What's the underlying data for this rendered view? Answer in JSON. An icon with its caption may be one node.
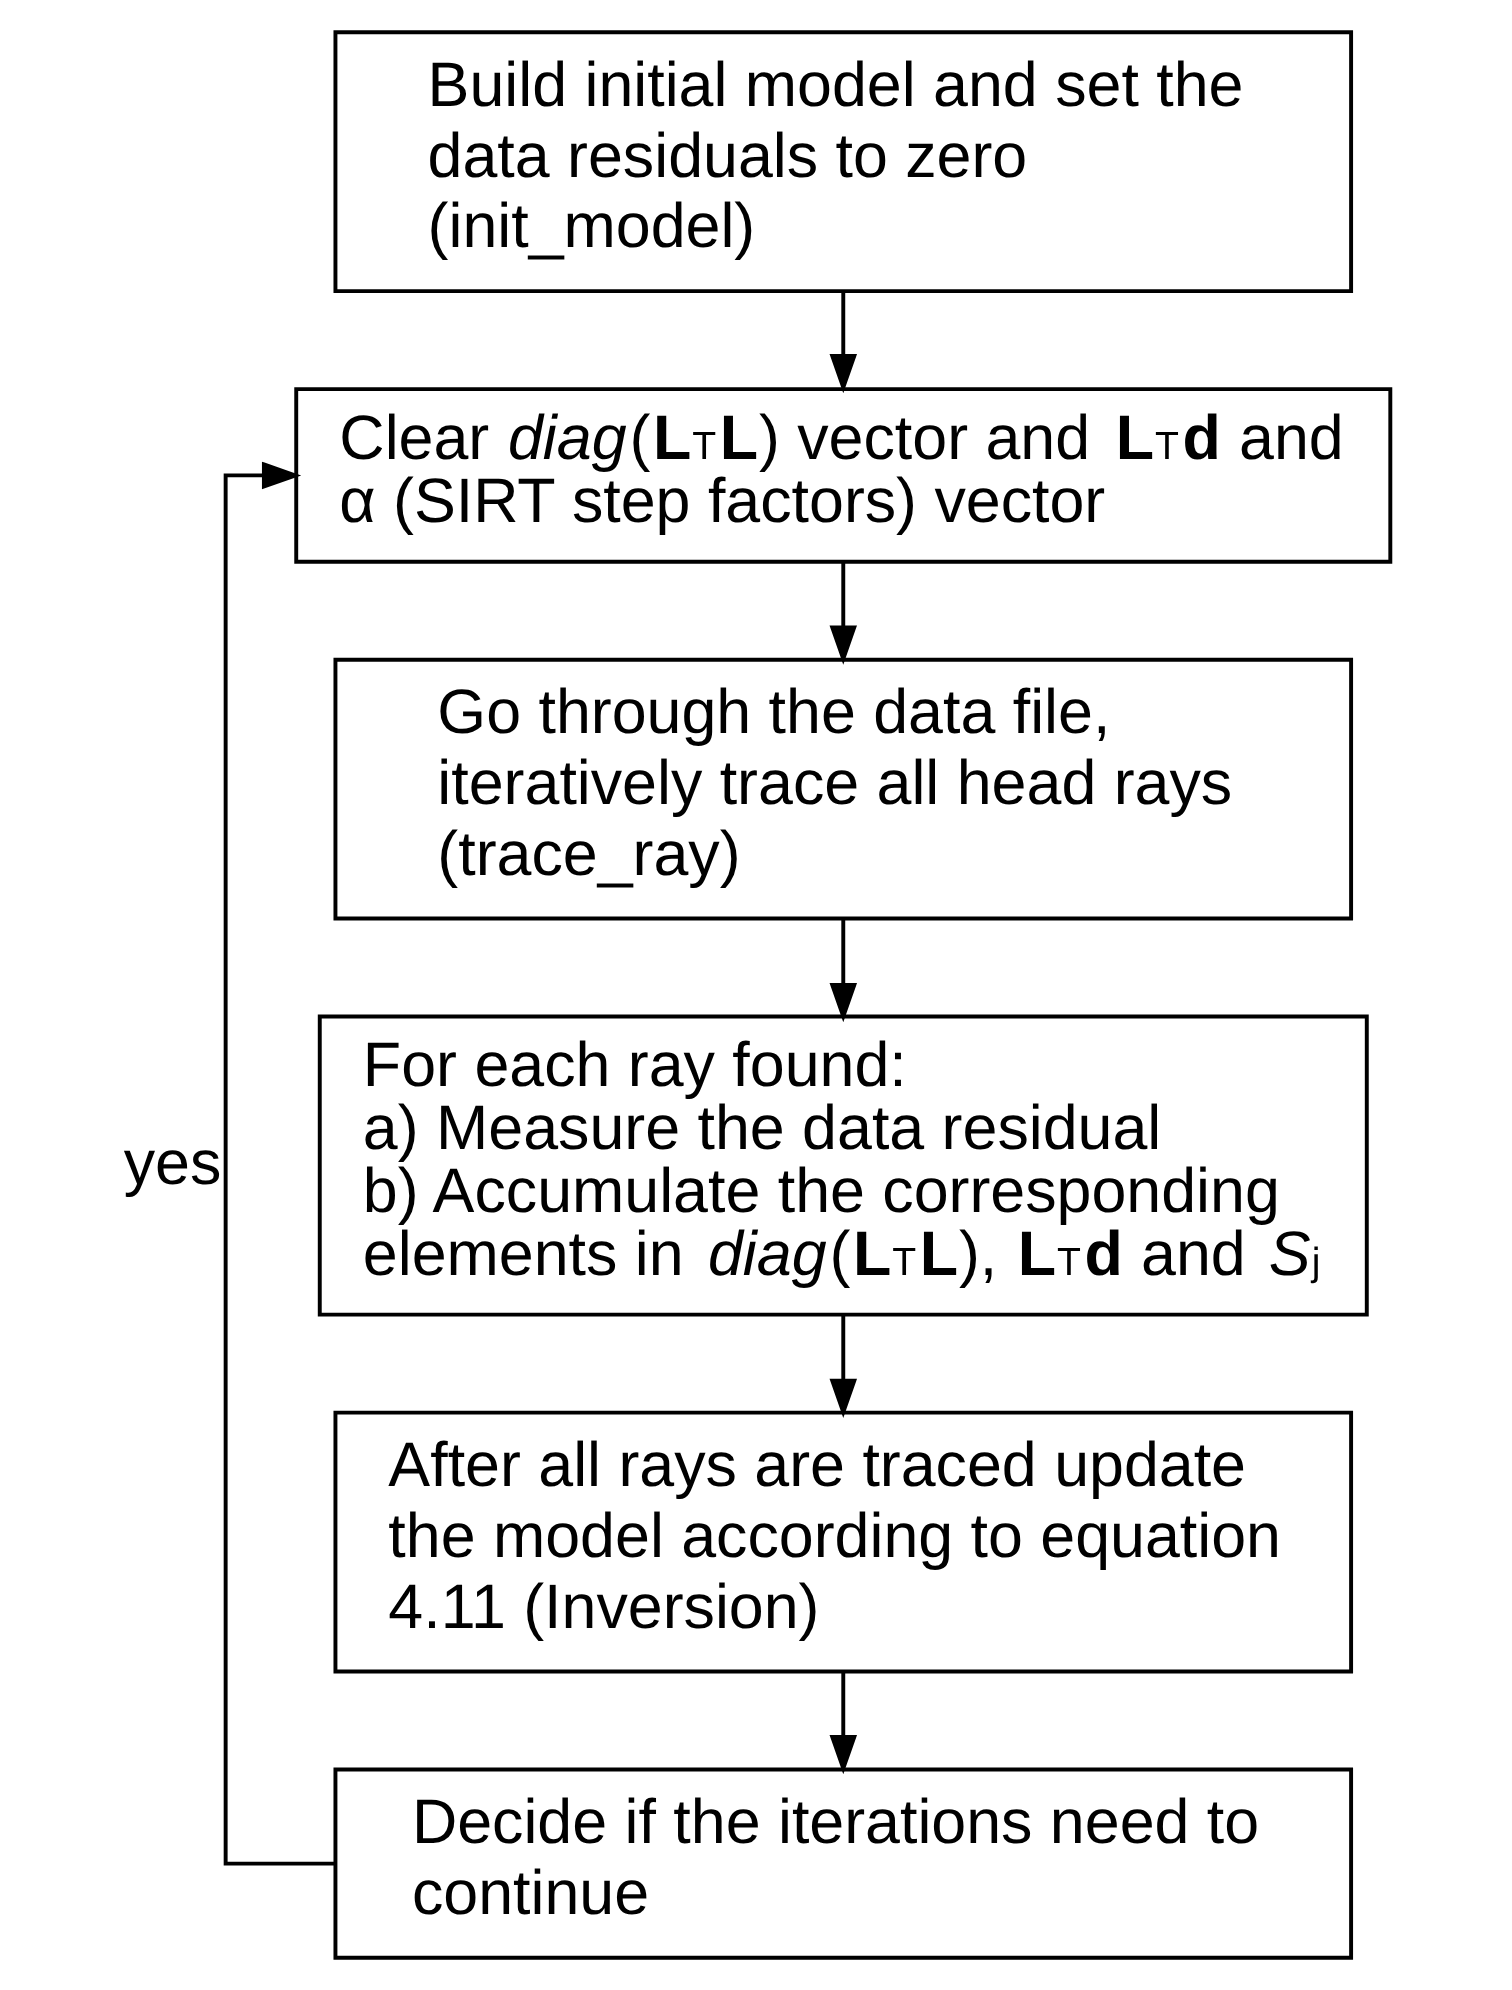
{
  "diagram": {
    "nodes": [
      {
        "text": [
          "Build initial model and set the data residuals to zero (init_model)"
        ]
      },
      {
        "text": [
          "Clear *diag*(**L**$^{T}$**L**) vector and **L**$^{T}$**d** and α (SIRT step factors) vector"
        ]
      },
      {
        "text": [
          "Go through the data file, iteratively trace all head rays (trace_ray)"
        ]
      },
      {
        "text": [
          "For each ray found:",
          "a) Measure the data residual",
          "b) Accumulate the corresponding elements in *diag*(**L**$^{T}$**L**), **L**$^{T}$**d** and *S*$_{j}$"
        ]
      },
      {
        "text": [
          "After all rays are traced update the model according to equation 4.11 (Inversion)"
        ]
      },
      {
        "text": [
          "Decide if the iterations need to continue"
        ]
      }
    ],
    "edges": [
      {
        "from": 0,
        "to": 1,
        "arrow": "to"
      },
      {
        "from": 1,
        "to": 2,
        "arrow": "to"
      },
      {
        "from": 2,
        "to": 3,
        "arrow": "to"
      },
      {
        "from": 3,
        "to": 4,
        "arrow": "to"
      },
      {
        "from": 4,
        "to": 5,
        "arrow": "to"
      },
      {
        "from": 5,
        "to": 1,
        "arrow": "to",
        "label": "yes"
      }
    ]
  }
}
